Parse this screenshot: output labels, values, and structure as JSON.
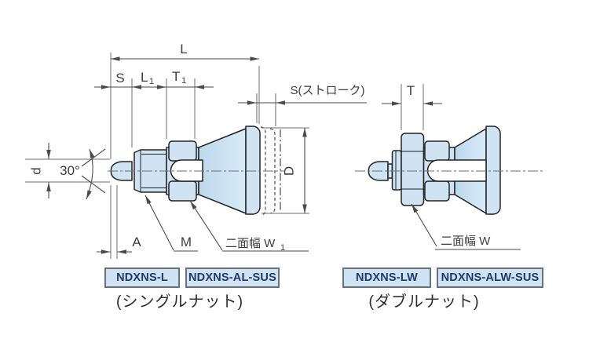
{
  "left": {
    "dim_overall_length": "L",
    "dim_stroke_chain": "S",
    "dim_l1": {
      "base": "L",
      "sub": "1"
    },
    "dim_t1": {
      "base": "T",
      "sub": "1"
    },
    "dim_stroke_note": "S(ストローク)",
    "tip_angle": "30°",
    "dim_pin_dia": "d",
    "dim_knob_dia": "D",
    "dim_a": "A",
    "thread_label": "M",
    "flats_label": {
      "base": "二面幅 W",
      "sub": "1"
    },
    "codes": [
      {
        "label": "NDXNS-L"
      },
      {
        "label": "NDXNS-AL-SUS"
      }
    ],
    "nut_note": "(シングルナット)"
  },
  "right": {
    "dim_nut_width": "T",
    "flats_label": "二面幅 W",
    "codes": [
      {
        "label": "NDXNS-LW"
      },
      {
        "label": "NDXNS-ALW-SUS"
      }
    ],
    "nut_note": "(ダブルナット)"
  },
  "colors": {
    "part_fill": "#cfe3f2",
    "part_outline": "#222222",
    "dimension_line": "#4a4a4a",
    "extension_line": "#6e6e6e",
    "code_box_fill": "#cfe3f2",
    "code_box_border": "#66737f",
    "code_text": "#1d3a6b"
  }
}
